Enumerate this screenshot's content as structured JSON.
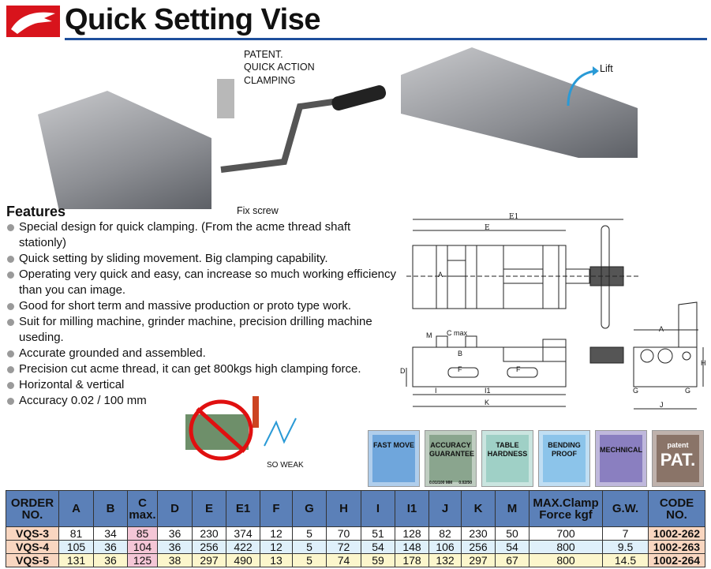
{
  "header": {
    "title": "Quick Setting Vise"
  },
  "photo_labels": {
    "patent": "PATENT.",
    "quick_action": "QUICK ACTION",
    "clamping": "CLAMPING",
    "fix_screw": "Fix screw",
    "lift": "Lift",
    "so_weak": "SO WEAK"
  },
  "features": {
    "heading": "Features",
    "items": [
      "Special design for quick clamping. (From the acme thread shaft stationly)",
      "Quick setting by sliding movement. Big clamping capability.",
      "Operating very quick and easy, can increase so much working efficiency than you can image.",
      "Good for short term and massive production or proto type work.",
      "Suit for milling machine, grinder machine, precision drilling machine useding.",
      "Accurate grounded and assembled.",
      "Precision cut acme thread, it can get 800kgs high clamping force.",
      "Horizontal & vertical",
      "Accuracy 0.02 / 100 mm"
    ]
  },
  "drawing_labels": {
    "E1": "E1",
    "E": "E",
    "A": "A",
    "M": "M",
    "Cmax": "C max",
    "B": "B",
    "D": "D",
    "F": "F",
    "I": "I",
    "I1": "I1",
    "K": "K",
    "H": "H",
    "G": "G",
    "J": "J"
  },
  "badges": [
    {
      "label": "FAST MOVE",
      "color": "#6fa6dc"
    },
    {
      "label": "ACCURACY GUARANTEE",
      "sub1": "0.01/100 MM",
      "sub2": "0.02/50",
      "color": "#8aa58e"
    },
    {
      "label": "TABLE HARDNESS",
      "color": "#9fd0c6"
    },
    {
      "label": "BENDING PROOF",
      "color": "#8cc4ea"
    },
    {
      "label": "MECHNICAL",
      "color": "#8a7fc0"
    },
    {
      "label": "patent",
      "big": "PAT.",
      "color": "#8a7468"
    }
  ],
  "table": {
    "headers": [
      "ORDER NO.",
      "A",
      "B",
      "C max.",
      "D",
      "E",
      "E1",
      "F",
      "G",
      "H",
      "I",
      "I1",
      "J",
      "K",
      "M",
      "MAX.Clamp Force kgf",
      "G.W.",
      "CODE NO."
    ],
    "rows": [
      [
        "VQS-3",
        "81",
        "34",
        "85",
        "36",
        "230",
        "374",
        "12",
        "5",
        "70",
        "51",
        "128",
        "82",
        "230",
        "50",
        "700",
        "7",
        "1002-262"
      ],
      [
        "VQS-4",
        "105",
        "36",
        "104",
        "36",
        "256",
        "422",
        "12",
        "5",
        "72",
        "54",
        "148",
        "106",
        "256",
        "54",
        "800",
        "9.5",
        "1002-263"
      ],
      [
        "VQS-5",
        "131",
        "36",
        "125",
        "38",
        "297",
        "490",
        "13",
        "5",
        "74",
        "59",
        "178",
        "132",
        "297",
        "67",
        "800",
        "14.5",
        "1002-264"
      ]
    ]
  }
}
